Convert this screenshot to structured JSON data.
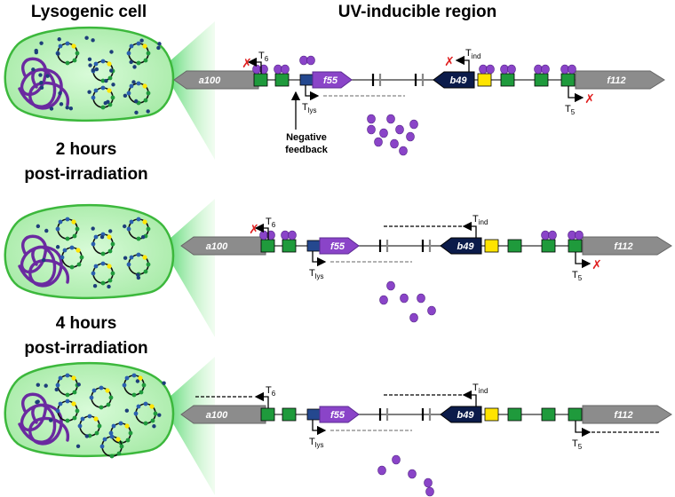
{
  "headers": {
    "left_title": "Lysogenic cell",
    "right_title": "UV-inducible region",
    "panel2_title_line1": "2 hours",
    "panel2_title_line2": "post-irradiation",
    "panel3_title_line1": "4 hours",
    "panel3_title_line2": "post-irradiation"
  },
  "genes": {
    "a100": "a100",
    "f55": "f55",
    "b49": "b49",
    "f112": "f112"
  },
  "promoters": {
    "t6_main": "T",
    "t6_sub": "6",
    "tlys_main": "T",
    "tlys_sub": "lys",
    "tind_main": "T",
    "tind_sub": "ind",
    "t5_main": "T",
    "t5_sub": "5"
  },
  "annotation": {
    "line1": "Negative",
    "line2": "feedback"
  },
  "marks": {
    "blocked": "✗"
  },
  "colors": {
    "gray_gene": "#8c8c8c",
    "purple": "#8a44c8",
    "navy": "#0b1b4a",
    "blue_box": "#24488f",
    "green_box": "#1f9a3c",
    "yellow_box": "#ffe400",
    "cell_fill": "#b8f0b8",
    "cell_stroke": "#3cb83c",
    "dna_purple": "#6a2aa0",
    "red_x": "#e02020"
  }
}
